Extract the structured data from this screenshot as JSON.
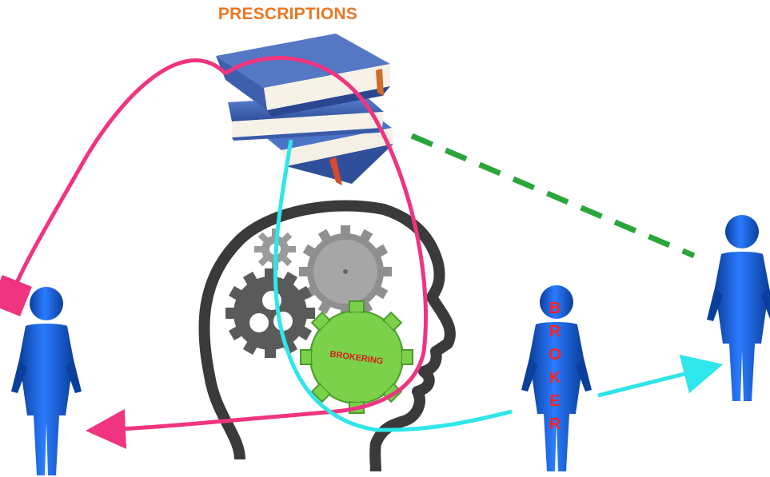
{
  "title": "PRESCRIPTIONS",
  "gear_label": "BROKERING",
  "broker_letters": [
    "B",
    "R",
    "O",
    "K",
    "E",
    "R"
  ],
  "colors": {
    "title": "#e87722",
    "person": "#1565d8",
    "person_dark": "#0b3f9c",
    "arrow_pink": "#f0347f",
    "arrow_cyan": "#2fe6ea",
    "dashed_green": "#2aa63a",
    "gear_green": "#7bd14a",
    "gear_grey": "#8c8c8c",
    "head_outline": "#3a3a3a",
    "broker_text": "#ff2020",
    "book_blue": "#3e68b8"
  }
}
